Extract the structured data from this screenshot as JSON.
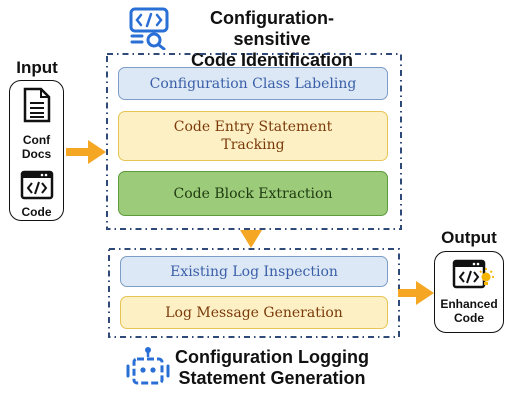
{
  "input": {
    "heading": "Input",
    "doc_label": "Conf\nDocs",
    "code_label": "Code"
  },
  "output": {
    "heading": "Output",
    "label": "Enhanced\nCode"
  },
  "identification": {
    "title_line1": "Configuration-sensitive",
    "title_line2": "Code Identification",
    "steps": [
      {
        "label": "Configuration Class Labeling"
      },
      {
        "label": "Code Entry Statement\nTracking"
      },
      {
        "label": "Code Block Extraction"
      }
    ]
  },
  "generation": {
    "title_line1": "Configuration Logging",
    "title_line2": "Statement Generation",
    "steps": [
      {
        "label": "Existing Log Inspection"
      },
      {
        "label": "Log Message Generation"
      }
    ]
  },
  "colors": {
    "arrow": "#f5a623",
    "border_dashed": "#2f4a78",
    "step_blue_bg": "#dce8f5",
    "step_yellow_bg": "#fdf0c4",
    "step_green_bg": "#9ccb7a"
  },
  "icons": [
    "code-search-icon",
    "document-icon",
    "code-window-icon",
    "robot-icon",
    "enhanced-code-icon"
  ]
}
